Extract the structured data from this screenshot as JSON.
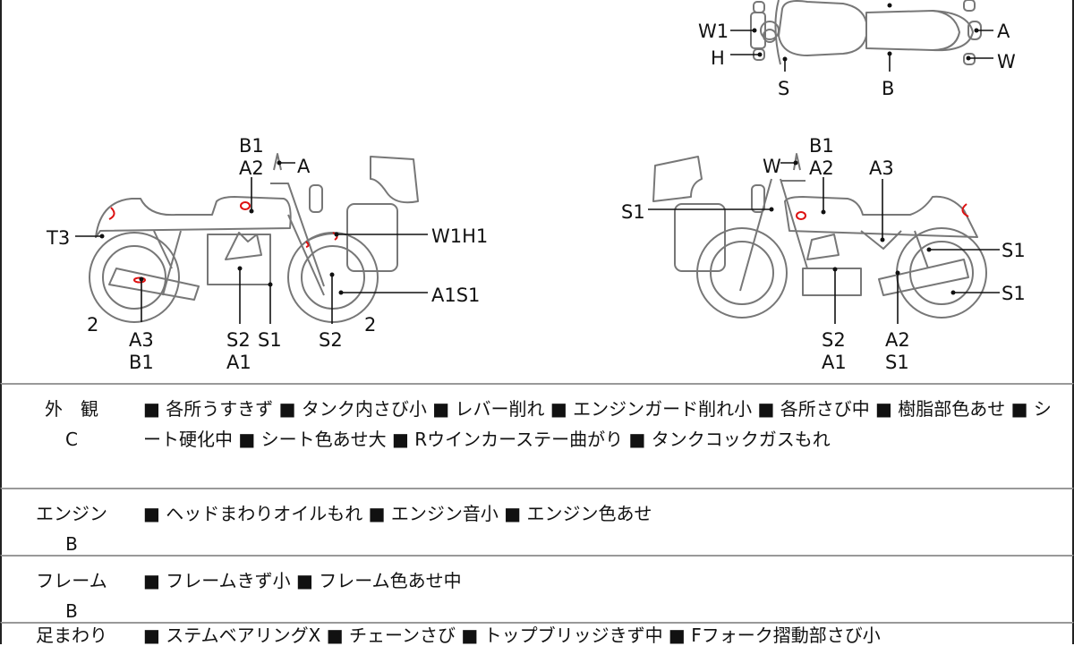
{
  "diagram": {
    "top_view_labels": [
      "W1",
      "H",
      "S",
      "B",
      "A",
      "W"
    ],
    "left_view_labels": [
      "B1",
      "A2",
      "A",
      "T3",
      "W1H1",
      "A1S1",
      "2",
      "A3",
      "B1",
      "S2",
      "S1",
      "A1",
      "S2",
      "2"
    ],
    "right_view_labels": [
      "B1",
      "W",
      "A2",
      "A3",
      "S1",
      "S1",
      "S1",
      "S2",
      "A1",
      "A2",
      "S1"
    ],
    "mark_color": "#dd1111"
  },
  "sections": [
    {
      "name": "外　観",
      "grade": "C",
      "items": "■ 各所うすきず ■ タンク内さび小 ■ レバー削れ ■ エンジンガード削れ小 ■ 各所さび中 ■ 樹脂部色あせ ■ シート硬化中 ■ シート色あせ大 ■ Rウインカーステー曲がり ■ タンクコックガスもれ"
    },
    {
      "name": "エンジン",
      "grade": "B",
      "items": "■ ヘッドまわりオイルもれ ■ エンジン音小 ■ エンジン色あせ"
    },
    {
      "name": "フレーム",
      "grade": "B",
      "items": "■ フレームきず小 ■ フレーム色あせ中"
    },
    {
      "name": "足まわり",
      "grade": "",
      "items": "■ ステムベアリングX ■ チェーンさび ■ トップブリッジきず中 ■ Fフォーク摺動部さび小"
    }
  ]
}
